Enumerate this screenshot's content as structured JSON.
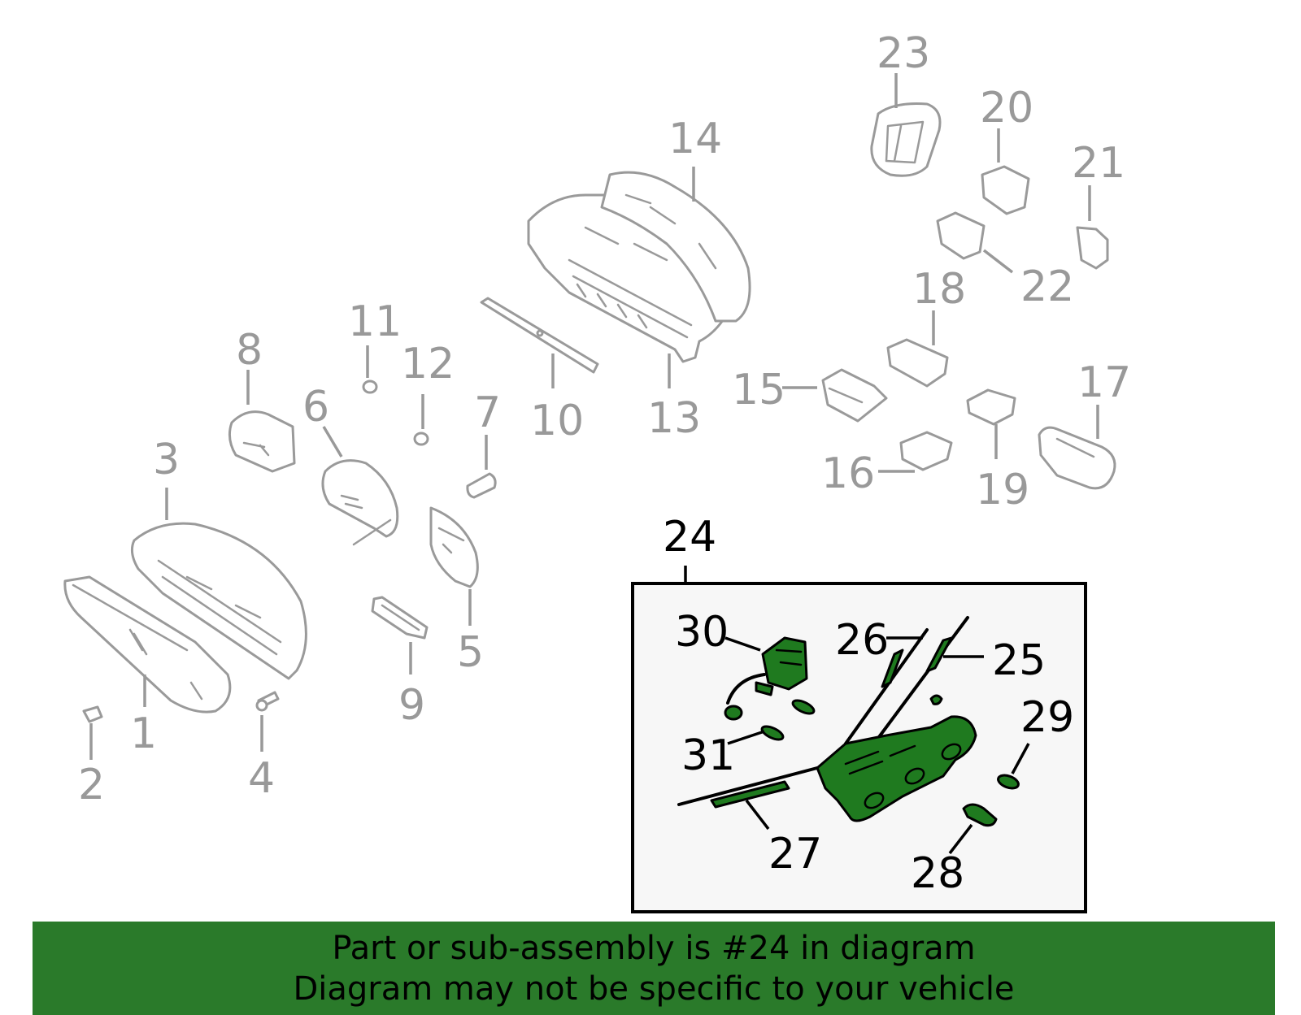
{
  "labels": {
    "l1": "1",
    "l2": "2",
    "l3": "3",
    "l4": "4",
    "l5": "5",
    "l6": "6",
    "l7": "7",
    "l8": "8",
    "l9": "9",
    "l10": "10",
    "l11": "11",
    "l12": "12",
    "l13": "13",
    "l14": "14",
    "l15": "15",
    "l16": "16",
    "l17": "17",
    "l18": "18",
    "l19": "19",
    "l20": "20",
    "l21": "21",
    "l22": "22",
    "l23": "23",
    "l24": "24",
    "l25": "25",
    "l26": "26",
    "l27": "27",
    "l28": "28",
    "l29": "29",
    "l30": "30",
    "l31": "31"
  },
  "footer": {
    "line1": "Part or sub-assembly is #24 in diagram",
    "line2": "Diagram may not be specific to your vehicle"
  },
  "colors": {
    "highlight": "#2a7a2a",
    "part_outline": "#9a9a9a",
    "label_grey": "#999999"
  }
}
